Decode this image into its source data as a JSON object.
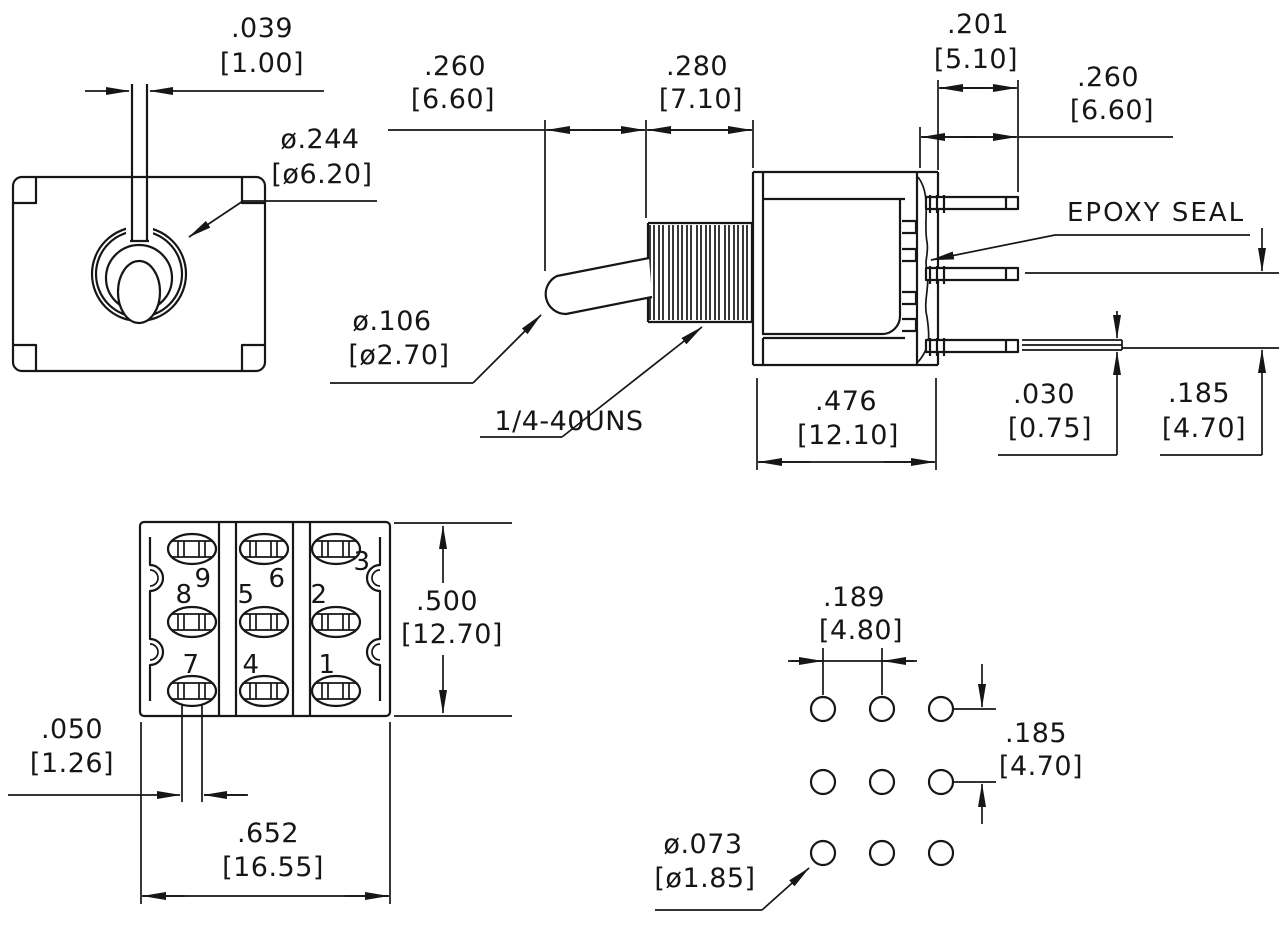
{
  "drawing": {
    "front_view": {
      "lever_width": {
        "in": ".039",
        "mm": "[1.00]"
      },
      "boss_dia": {
        "in": "ø.244",
        "mm": "[ø6.20]"
      }
    },
    "side_view": {
      "lever_extension": {
        "in": ".260",
        "mm": "[6.60]"
      },
      "thread_length": {
        "in": ".280",
        "mm": "[7.10]"
      },
      "terminal_protrusion": {
        "in": ".201",
        "mm": "[5.10]"
      },
      "terminal_reach": {
        "in": ".260",
        "mm": "[6.60]"
      },
      "lever_dia": {
        "in": "ø.106",
        "mm": "[ø2.70]"
      },
      "thread_spec": "1/4-40UNS",
      "epoxy_seal_label": "EPOXY SEAL",
      "body_length": {
        "in": ".476",
        "mm": "[12.10]"
      },
      "tip_offset": {
        "in": ".030",
        "mm": "[0.75]"
      },
      "terminal_row_pitch": {
        "in": ".185",
        "mm": "[4.70]"
      }
    },
    "bottom_view": {
      "body_height": {
        "in": ".500",
        "mm": "[12.70]"
      },
      "terminal_width": {
        "in": ".050",
        "mm": "[1.26]"
      },
      "body_width": {
        "in": ".652",
        "mm": "[16.55]"
      },
      "terminal_numbers": [
        "1",
        "2",
        "3",
        "4",
        "5",
        "6",
        "7",
        "8",
        "9"
      ]
    },
    "hole_pattern": {
      "column_pitch": {
        "in": ".189",
        "mm": "[4.80]"
      },
      "row_pitch": {
        "in": ".185",
        "mm": "[4.70]"
      },
      "hole_dia": {
        "in": "ø.073",
        "mm": "[ø1.85]"
      }
    }
  }
}
